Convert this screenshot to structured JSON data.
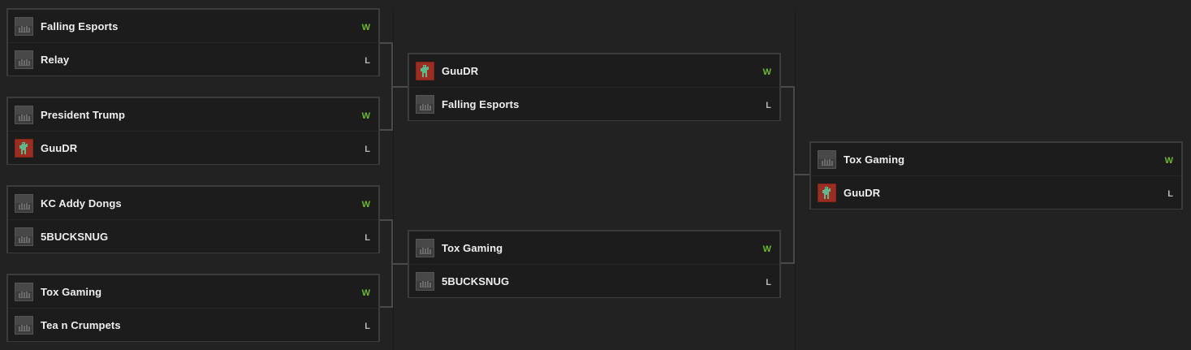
{
  "colors": {
    "background": "#222222",
    "win": "#6fb932",
    "loss": "#b8b8b8",
    "border": "#3c3c3c"
  },
  "rounds": [
    {
      "matches": [
        {
          "teams": [
            {
              "name": "Falling Esports",
              "result": "W",
              "logo": "team-placeholder-logo"
            },
            {
              "name": "Relay",
              "result": "L",
              "logo": "team-placeholder-logo"
            }
          ]
        },
        {
          "teams": [
            {
              "name": "President Trump",
              "result": "W",
              "logo": "team-placeholder-logo"
            },
            {
              "name": "GuuDR",
              "result": "L",
              "logo": "guudr-logo"
            }
          ]
        },
        {
          "teams": [
            {
              "name": "KC Addy Dongs",
              "result": "W",
              "logo": "team-placeholder-logo"
            },
            {
              "name": "5BUCKSNUG",
              "result": "L",
              "logo": "team-placeholder-logo"
            }
          ]
        },
        {
          "teams": [
            {
              "name": "Tox Gaming",
              "result": "W",
              "logo": "team-placeholder-logo"
            },
            {
              "name": "Tea n Crumpets",
              "result": "L",
              "logo": "team-placeholder-logo"
            }
          ]
        }
      ]
    },
    {
      "matches": [
        {
          "teams": [
            {
              "name": "GuuDR",
              "result": "W",
              "logo": "guudr-logo"
            },
            {
              "name": "Falling Esports",
              "result": "L",
              "logo": "team-placeholder-logo"
            }
          ]
        },
        {
          "teams": [
            {
              "name": "Tox Gaming",
              "result": "W",
              "logo": "team-placeholder-logo"
            },
            {
              "name": "5BUCKSNUG",
              "result": "L",
              "logo": "team-placeholder-logo"
            }
          ]
        }
      ]
    },
    {
      "matches": [
        {
          "teams": [
            {
              "name": "Tox Gaming",
              "result": "W",
              "logo": "team-placeholder-logo"
            },
            {
              "name": "GuuDR",
              "result": "L",
              "logo": "guudr-logo"
            }
          ]
        }
      ]
    }
  ]
}
